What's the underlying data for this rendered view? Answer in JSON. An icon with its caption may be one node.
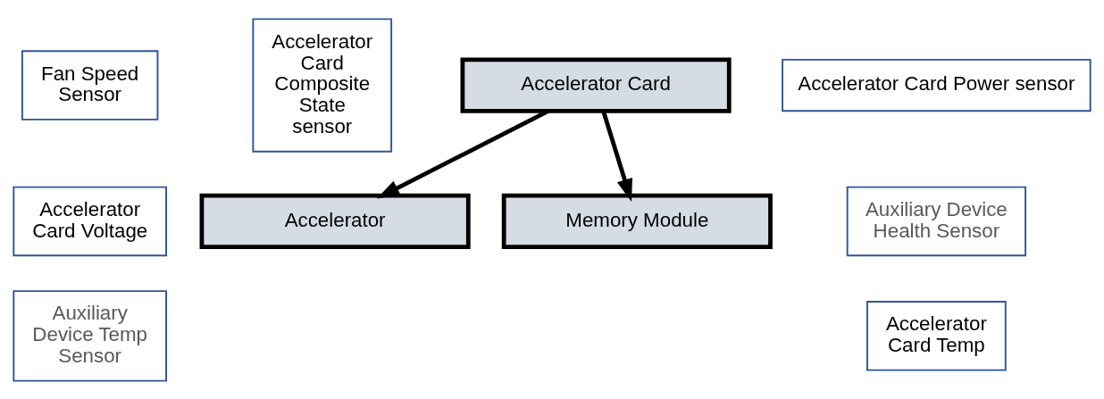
{
  "diagram": {
    "nodes": [
      {
        "text": [
          "Fan Speed Sensor"
        ]
      },
      {
        "text": [
          "Accelerator Card Composite State sensor"
        ]
      },
      {
        "text": [
          "Accelerator Card"
        ]
      },
      {
        "text": [
          "Accelerator Card Power sensor"
        ]
      },
      {
        "text": [
          "Accelerator Card Voltage"
        ]
      },
      {
        "text": [
          "Auxiliary Device Health Sensor"
        ]
      },
      {
        "text": [
          "Auxiliary Device Temp Sensor"
        ]
      },
      {
        "text": [
          "Accelerator Card Temp"
        ]
      },
      {
        "text": [
          "Accelerator"
        ]
      },
      {
        "text": [
          "Memory Module"
        ]
      }
    ],
    "edges": [
      {
        "from": 2,
        "to": 8,
        "arrow": "to"
      },
      {
        "from": 2,
        "to": 9,
        "arrow": "to"
      }
    ]
  }
}
